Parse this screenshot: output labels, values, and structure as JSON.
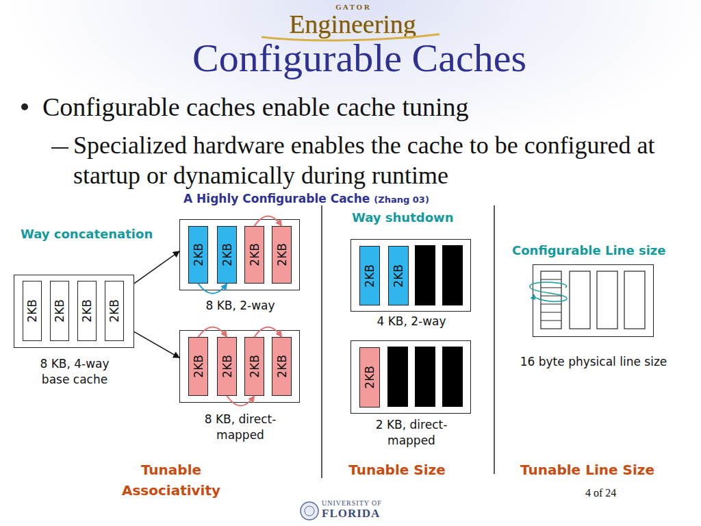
{
  "diagram": {
    "title": "Configurable Caches",
    "nodes": [
      {
        "text": [
          "8 KB, 4-way base cache"
        ]
      },
      {
        "text": [
          "2KB"
        ],
        "in": 0
      },
      {
        "text": [
          "2KB"
        ],
        "in": 0
      },
      {
        "text": [
          "2KB"
        ],
        "in": 0
      },
      {
        "text": [
          "2KB"
        ],
        "in": 0
      },
      {
        "text": [
          "8 KB, 2-way"
        ]
      },
      {
        "text": [
          "2KB"
        ],
        "in": 5
      },
      {
        "text": [
          "2KB"
        ],
        "in": 5
      },
      {
        "text": [
          "2KB"
        ],
        "in": 5
      },
      {
        "text": [
          "2KB"
        ],
        "in": 5
      },
      {
        "text": [
          "8 KB, direct-mapped"
        ]
      },
      {
        "text": [
          "2KB"
        ],
        "in": 10
      },
      {
        "text": [
          "2KB"
        ],
        "in": 10
      },
      {
        "text": [
          "2KB"
        ],
        "in": 10
      },
      {
        "text": [
          "2KB"
        ],
        "in": 10
      },
      {
        "text": [
          "4 KB, 2-way"
        ]
      },
      {
        "text": [
          "2KB"
        ],
        "in": 15
      },
      {
        "text": [
          "2KB"
        ],
        "in": 15
      },
      {
        "text": [
          "2 KB, direct-mapped"
        ]
      },
      {
        "text": [
          "2KB"
        ],
        "in": 18
      },
      {
        "text": [
          "16 byte physical line size"
        ]
      }
    ],
    "edges": [
      {
        "from": 0,
        "to": 5,
        "arrow": "to"
      },
      {
        "from": 0,
        "to": 10,
        "arrow": "to"
      },
      {
        "from": 6,
        "to": 7,
        "arrow": "to"
      },
      {
        "from": 8,
        "to": 9,
        "arrow": "to"
      },
      {
        "from": 11,
        "to": 12,
        "arrow": "to"
      },
      {
        "from": 12,
        "to": 13,
        "arrow": "to"
      },
      {
        "from": 13,
        "to": 14,
        "arrow": "to"
      }
    ],
    "labels": [
      "G A T O R",
      "Engineering",
      "Configurable caches enable cache tuning",
      "Specialized hardware enables the cache to be configured at startup or dynamically during runtime",
      "A Highly Configurable Cache",
      "(Zhang 03)",
      "Way concatenation",
      "Way shutdown",
      "Configurable Line size",
      "Tunable Associativity",
      "Tunable Size",
      "Tunable Line Size",
      "UNIVERSITY OF",
      "FLORIDA",
      "4 of 24"
    ]
  }
}
